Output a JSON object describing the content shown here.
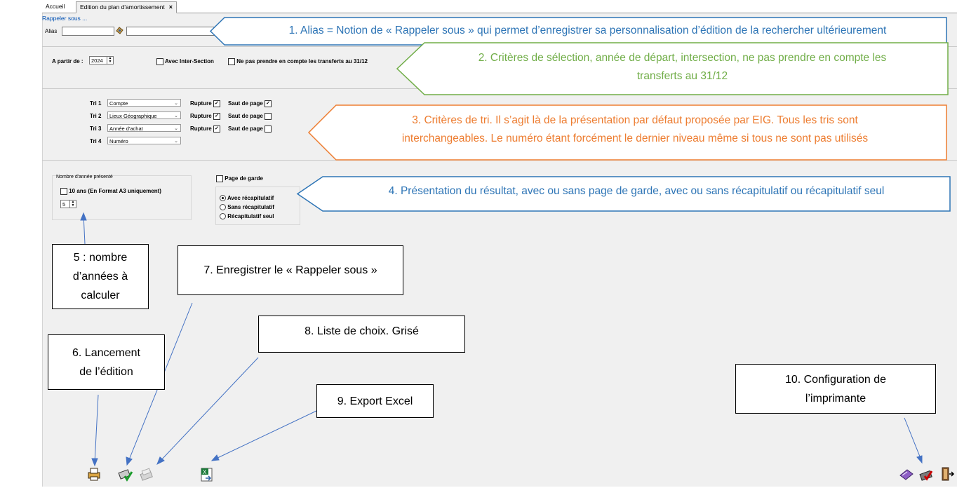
{
  "tabs": [
    {
      "label": "Accueil",
      "active": false
    },
    {
      "label": "Edition du plan d'amortissement",
      "active": true,
      "close": "×"
    }
  ],
  "rappeler": {
    "section_title": "Rappeler sous ...",
    "alias_label": "Alias",
    "alias_value": "",
    "description_value": ""
  },
  "criteria": {
    "year_label": "A partir de :",
    "year_value": "2024",
    "intersection_label": "Avec Inter-Section",
    "intersection_checked": false,
    "transfers_label": "Ne pas prendre en compte les transferts au 31/12",
    "transfers_checked": false
  },
  "sort": {
    "rows": [
      {
        "label": "Tri 1",
        "value": "Compte",
        "rupture_label": "Rupture",
        "rupture": true,
        "saut_label": "Saut de page",
        "saut": true
      },
      {
        "label": "Tri 2",
        "value": "Lieux Géographique",
        "rupture_label": "Rupture",
        "rupture": true,
        "saut_label": "Saut de page",
        "saut": false
      },
      {
        "label": "Tri 3",
        "value": "Année d'achat",
        "rupture_label": "Rupture",
        "rupture": true,
        "saut_label": "Saut de page",
        "saut": false
      },
      {
        "label": "Tri 4",
        "value": "Numéro"
      }
    ],
    "check_glyph": "✓"
  },
  "presentation": {
    "years_group_label": "Nombre d'année présenté",
    "ten_years_label": "10 ans (En Format A3 uniquement)",
    "ten_years_checked": false,
    "years_value": "5",
    "cover_label": "Page de garde",
    "cover_checked": false,
    "summary_options": [
      "Avec récapitulatif",
      "Sans récapitulatif",
      "Récapitulatif seul"
    ],
    "summary_selected": 0
  },
  "callouts": {
    "c1": "1.    Alias = Notion de « Rappeler sous » qui permet d’enregistrer  sa personnalisation d’édition de la rechercher ultérieurement",
    "c2_line1": "2. Critères de sélection, année de départ, intersection, ne pas prendre en compte  les",
    "c2_line2": "transferts au 31/12",
    "c3_line1": "3. Critères de tri. Il s’agit là de la présentation par défaut proposée par EIG. Tous les tris sont",
    "c3_line2": "interchangeables. Le numéro étant forcément le dernier niveau même si tous ne sont pas utilisés",
    "c4": "4. Présentation  du résultat, avec ou sans page de garde, avec ou sans récapitulatif ou récapitulatif seul",
    "c5_line1": "5 : nombre",
    "c5_line2": "d’années à",
    "c5_line3": "calculer",
    "c6_line1": "6. Lancement",
    "c6_line2": "de l’édition",
    "c7": "7. Enregistrer le « Rappeler sous »",
    "c8": "8. Liste de choix. Grisé",
    "c9": "9. Export Excel",
    "c10_line1": "10. Configuration de",
    "c10_line2": "l’imprimante"
  },
  "colors": {
    "callout1": "#2e75b6",
    "callout2": "#70ad47",
    "callout3": "#ed7d31",
    "callout4": "#2e75b6",
    "arrow": "#4472c4"
  },
  "toolbar_icons": [
    "print-icon",
    "save-alias-icon",
    "choice-list-icon",
    "excel-export-icon",
    "printer-config-icon",
    "edit-icon",
    "exit-icon"
  ]
}
